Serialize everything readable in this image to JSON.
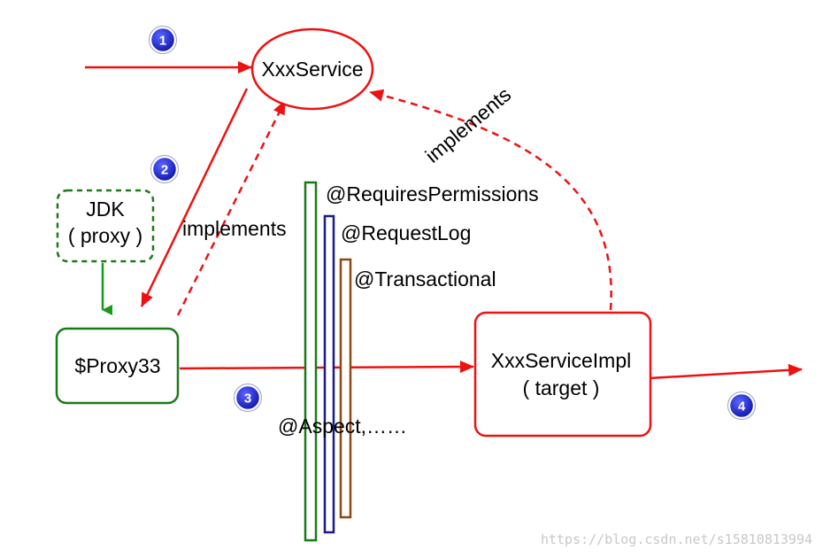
{
  "nodes": {
    "xxx_service": "XxxService",
    "jdk_line1": "JDK",
    "jdk_line2": "( proxy )",
    "proxy": "$Proxy33",
    "impl_line1": "XxxServiceImpl",
    "impl_line2": "( target )"
  },
  "edge_labels": {
    "implements_left": "implements",
    "implements_right": "implements"
  },
  "annotations": {
    "requires_permissions": "@RequiresPermissions",
    "request_log": "@RequestLog",
    "transactional": "@Transactional",
    "aspect": "@Aspect,……"
  },
  "steps": [
    "1",
    "2",
    "3",
    "4"
  ],
  "watermark": "https://blog.csdn.net/s15810813994",
  "colors": {
    "red": "#ee1111",
    "green": "#1a7a1a",
    "navy": "#1a1a8a",
    "brown": "#8a4a14",
    "badge_blue": "#1e22c8"
  }
}
